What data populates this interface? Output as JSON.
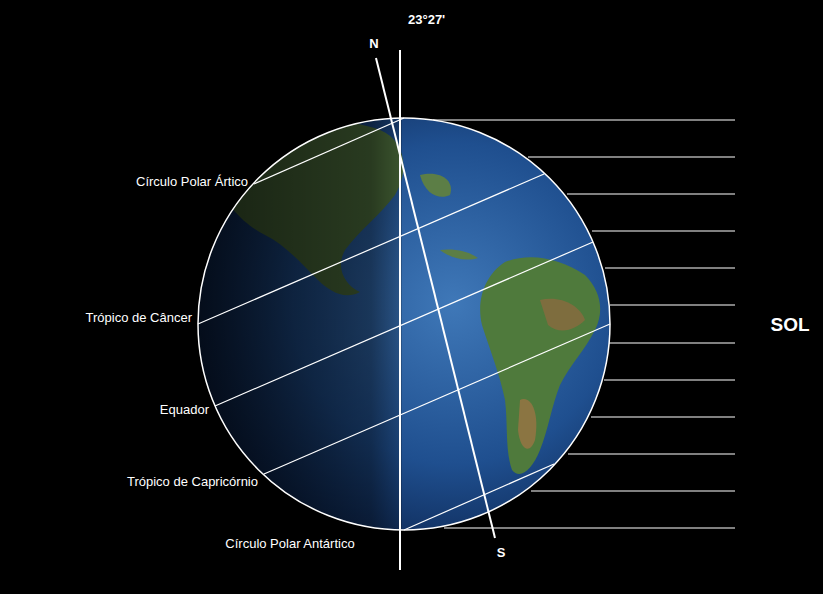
{
  "diagram": {
    "labels": [
      "23°27'",
      "N",
      "Círculo Polar Ártico",
      "Trópico de Câncer",
      "Equador",
      "Trópico de Capricórnio",
      "Círculo Polar Antártico",
      "S",
      "SOL"
    ]
  }
}
